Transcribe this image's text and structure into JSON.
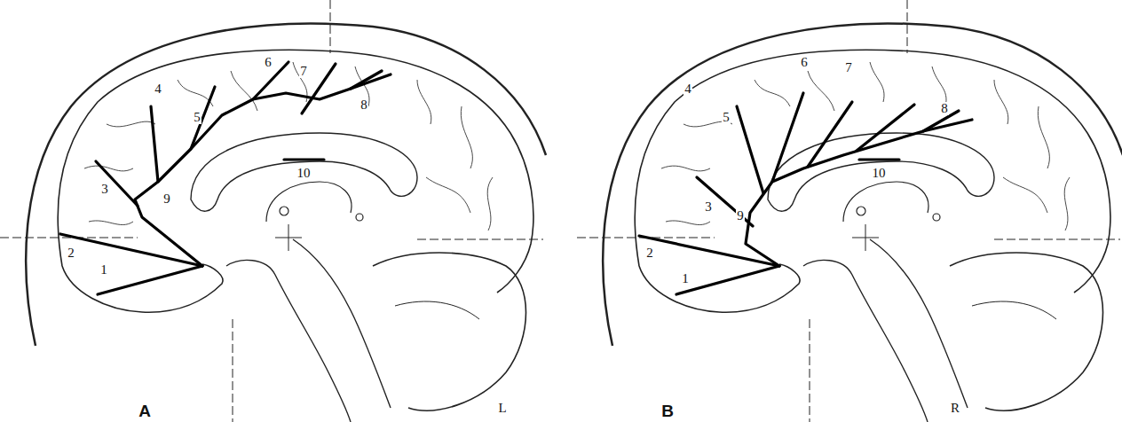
{
  "diagram": {
    "labels": [
      "1",
      "2",
      "3",
      "4",
      "5",
      "6",
      "7",
      "8",
      "9",
      "10",
      "A",
      "L",
      "1",
      "2",
      "3",
      "4",
      "5",
      "6",
      "7",
      "8",
      "9",
      "10",
      "B",
      "R"
    ]
  }
}
